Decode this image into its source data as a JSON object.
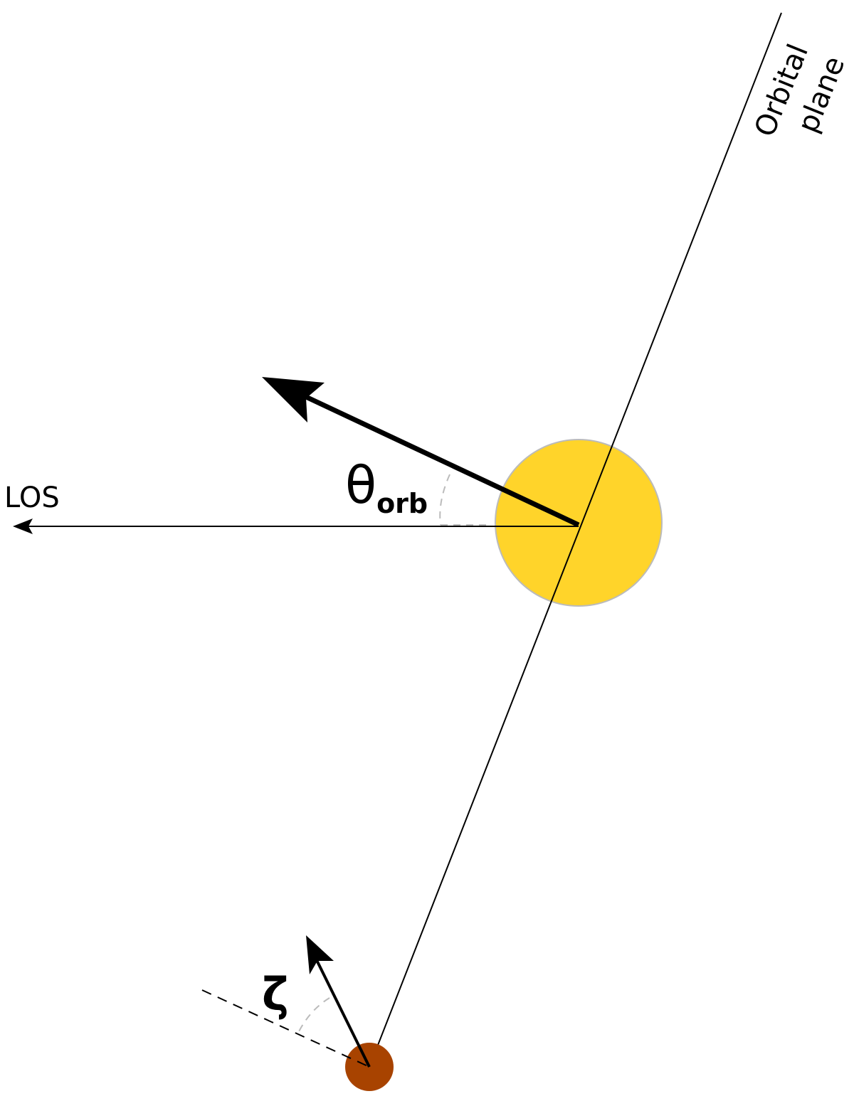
{
  "diagram": {
    "labels": {
      "los": "LOS",
      "theta": "θ",
      "theta_sub": "orb",
      "zeta": "ζ",
      "orbital_line1": "Orbital",
      "orbital_line2": "plane"
    },
    "colors": {
      "star_fill": "#FFD42A",
      "star_stroke": "#BBBBBB",
      "planet_fill": "#A84300",
      "line": "#000000",
      "arc": "#BBBBBB"
    },
    "elements": {
      "star": "Star (host)",
      "planet": "Planet",
      "los_arrow": "Line of sight arrow",
      "orbital_direction_arrow": "Orbital direction arrow",
      "planet_spin_arrow": "Planet axis arrow"
    }
  }
}
